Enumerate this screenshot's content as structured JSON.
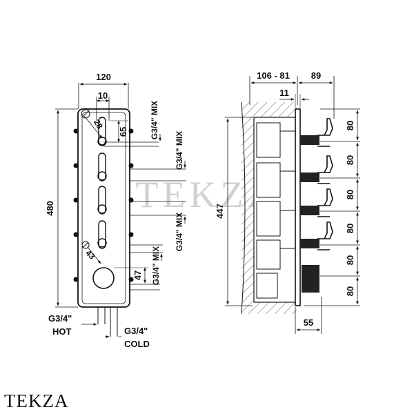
{
  "watermark": "TEKZA",
  "brand": "TEKZA",
  "front_view": {
    "width": "120",
    "height": "480",
    "top_offset": "10",
    "slot_spacing": "65",
    "corner_gap": "28",
    "bottom_diameter": "43",
    "knob_offset": "47",
    "outlets": [
      "G3/4\" MIX",
      "G3/4\" MIX",
      "G3/4\" MIX",
      "G3/4\" MIX"
    ],
    "hot_label": "G3/4\"",
    "hot_word": "HOT",
    "cold_label": "G3/4\"",
    "cold_word": "COLD"
  },
  "side_view": {
    "depth": "106 - 81",
    "projection": "89",
    "plate": "11",
    "height": "447",
    "spacings": [
      "80",
      "80",
      "80",
      "80",
      "80",
      "80"
    ],
    "base_width": "55"
  },
  "colors": {
    "line": "#111111",
    "hatch": "#8a8a8a",
    "watermark": "#9a9a9a"
  }
}
